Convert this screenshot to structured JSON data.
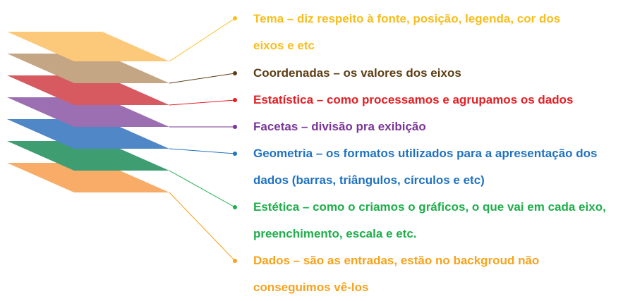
{
  "layers": [
    {
      "id": "tema",
      "text": "Tema – diz respeito à fonte, posição, legenda, cor dos eixos e etc",
      "color": "#F7BE1E",
      "fill": "#FCC97A"
    },
    {
      "id": "coordenadas",
      "text": "Coordenadas  – os valores dos eixos",
      "color": "#5C3E14",
      "fill": "#C4A584"
    },
    {
      "id": "estatistica",
      "text": "Estatística – como processamos  e agrupamos  os dados",
      "color": "#E41E24",
      "fill": "#D65A60"
    },
    {
      "id": "facetas",
      "text": "Facetas – divisão pra exibição",
      "color": "#7A3597",
      "fill": "#9C6FB2"
    },
    {
      "id": "geometria",
      "text": "Geometria – os formatos utilizados para a apresentação dos dados (barras, triângulos, círculos e etc)",
      "color": "#1F72C0",
      "fill": "#4F87C7"
    },
    {
      "id": "estetica",
      "text": "Estética – como o criamos o gráficos, o que vai em cada eixo, preenchimento, escala e etc.",
      "color": "#1EAE4A",
      "fill": "#3E9E72"
    },
    {
      "id": "dados",
      "text": "Dados – são as entradas, estão no backgroud não conseguimos vê-los",
      "color": "#F7A21B",
      "fill": "#F8AC68"
    }
  ]
}
